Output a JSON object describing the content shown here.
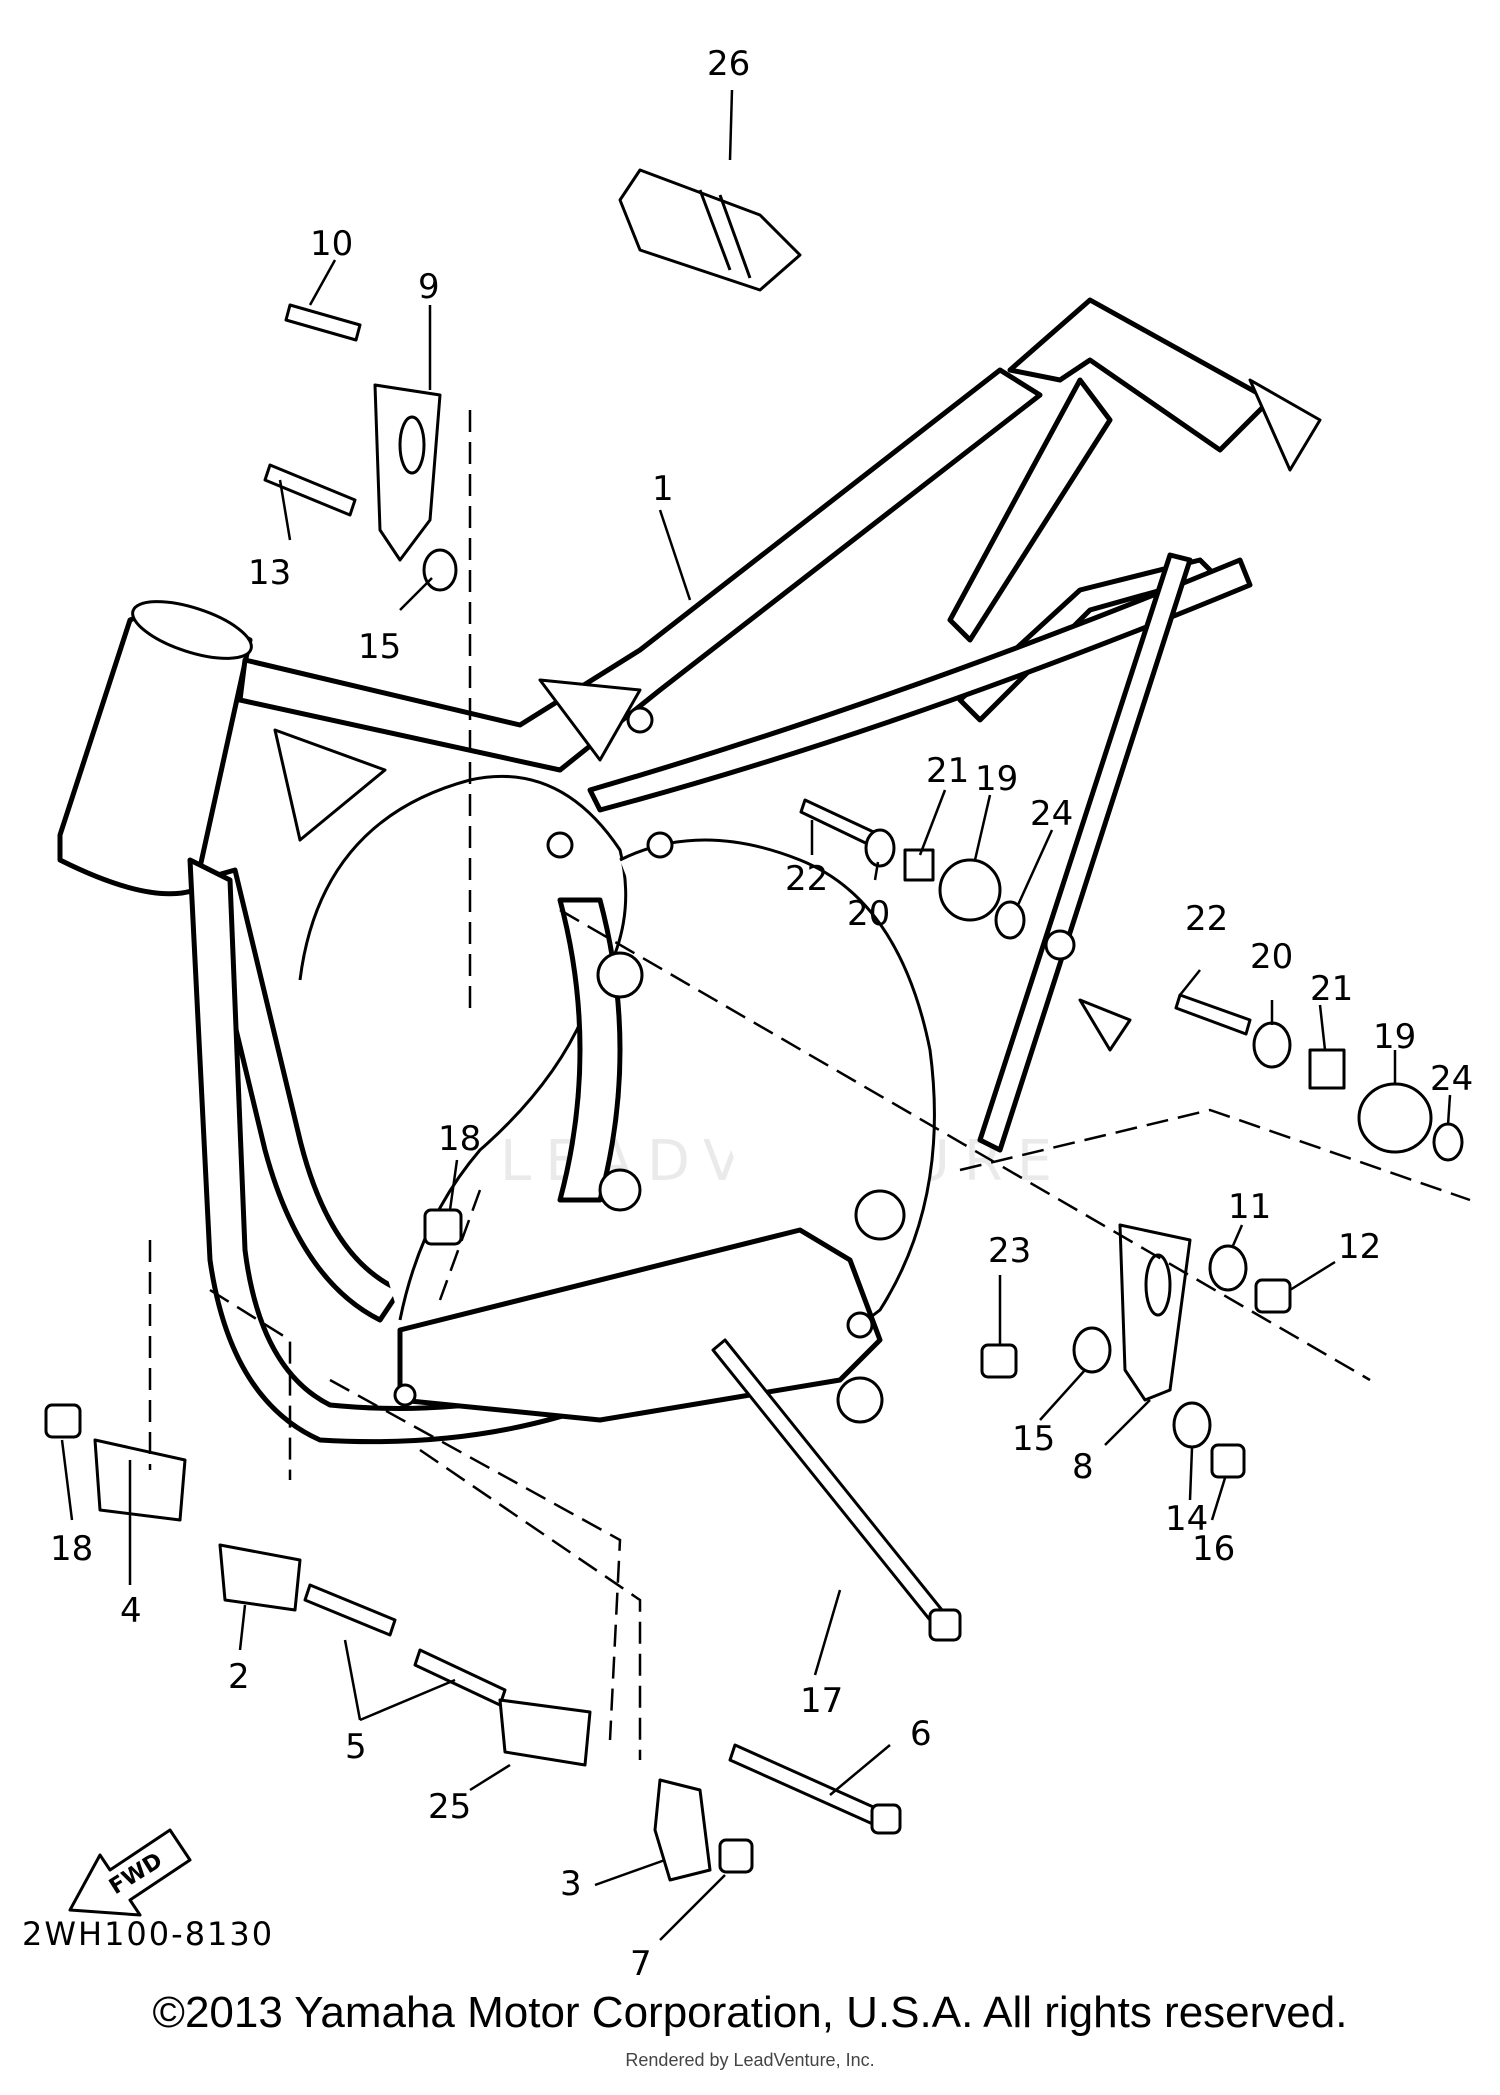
{
  "diagram": {
    "reference_code": "2WH100-8130",
    "fwd_label": "FWD",
    "watermark_text": "LEADVENTURE",
    "callouts": [
      {
        "id": "c26",
        "label": "26"
      },
      {
        "id": "c10",
        "label": "10"
      },
      {
        "id": "c9",
        "label": "9"
      },
      {
        "id": "c13",
        "label": "13"
      },
      {
        "id": "c15a",
        "label": "15"
      },
      {
        "id": "c1",
        "label": "1"
      },
      {
        "id": "c22a",
        "label": "22"
      },
      {
        "id": "c21a",
        "label": "21"
      },
      {
        "id": "c19a",
        "label": "19"
      },
      {
        "id": "c20a",
        "label": "20"
      },
      {
        "id": "c24a",
        "label": "24"
      },
      {
        "id": "c22b",
        "label": "22"
      },
      {
        "id": "c20b",
        "label": "20"
      },
      {
        "id": "c21b",
        "label": "21"
      },
      {
        "id": "c19b",
        "label": "19"
      },
      {
        "id": "c24b",
        "label": "24"
      },
      {
        "id": "c18a",
        "label": "18"
      },
      {
        "id": "c11",
        "label": "11"
      },
      {
        "id": "c12",
        "label": "12"
      },
      {
        "id": "c23",
        "label": "23"
      },
      {
        "id": "c15b",
        "label": "15"
      },
      {
        "id": "c8",
        "label": "8"
      },
      {
        "id": "c14",
        "label": "14"
      },
      {
        "id": "c16",
        "label": "16"
      },
      {
        "id": "c18b",
        "label": "18"
      },
      {
        "id": "c4",
        "label": "4"
      },
      {
        "id": "c2",
        "label": "2"
      },
      {
        "id": "c5",
        "label": "5"
      },
      {
        "id": "c17",
        "label": "17"
      },
      {
        "id": "c6",
        "label": "6"
      },
      {
        "id": "c25",
        "label": "25"
      },
      {
        "id": "c3",
        "label": "3"
      },
      {
        "id": "c7",
        "label": "7"
      }
    ]
  },
  "footer": {
    "copyright": "©2013 Yamaha Motor Corporation, U.S.A. All rights reserved.",
    "rendered_by": "Rendered by LeadVenture, Inc."
  }
}
